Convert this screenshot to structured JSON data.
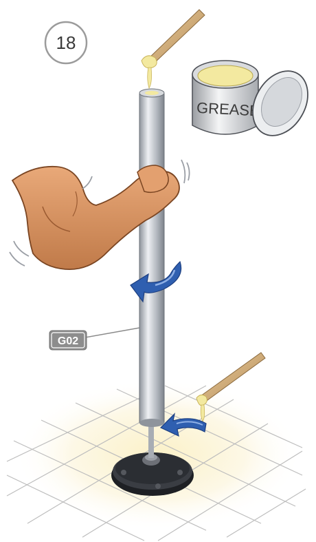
{
  "step": {
    "number": "18"
  },
  "grease_can": {
    "label": "GREASE"
  },
  "part_label": {
    "code": "G02"
  },
  "colors": {
    "pole": "#b8bdc4",
    "arrow_blue": "#2f5fb0",
    "grease": "#f3e9a0",
    "base": "#2a2c30",
    "skin": "#d99463"
  }
}
